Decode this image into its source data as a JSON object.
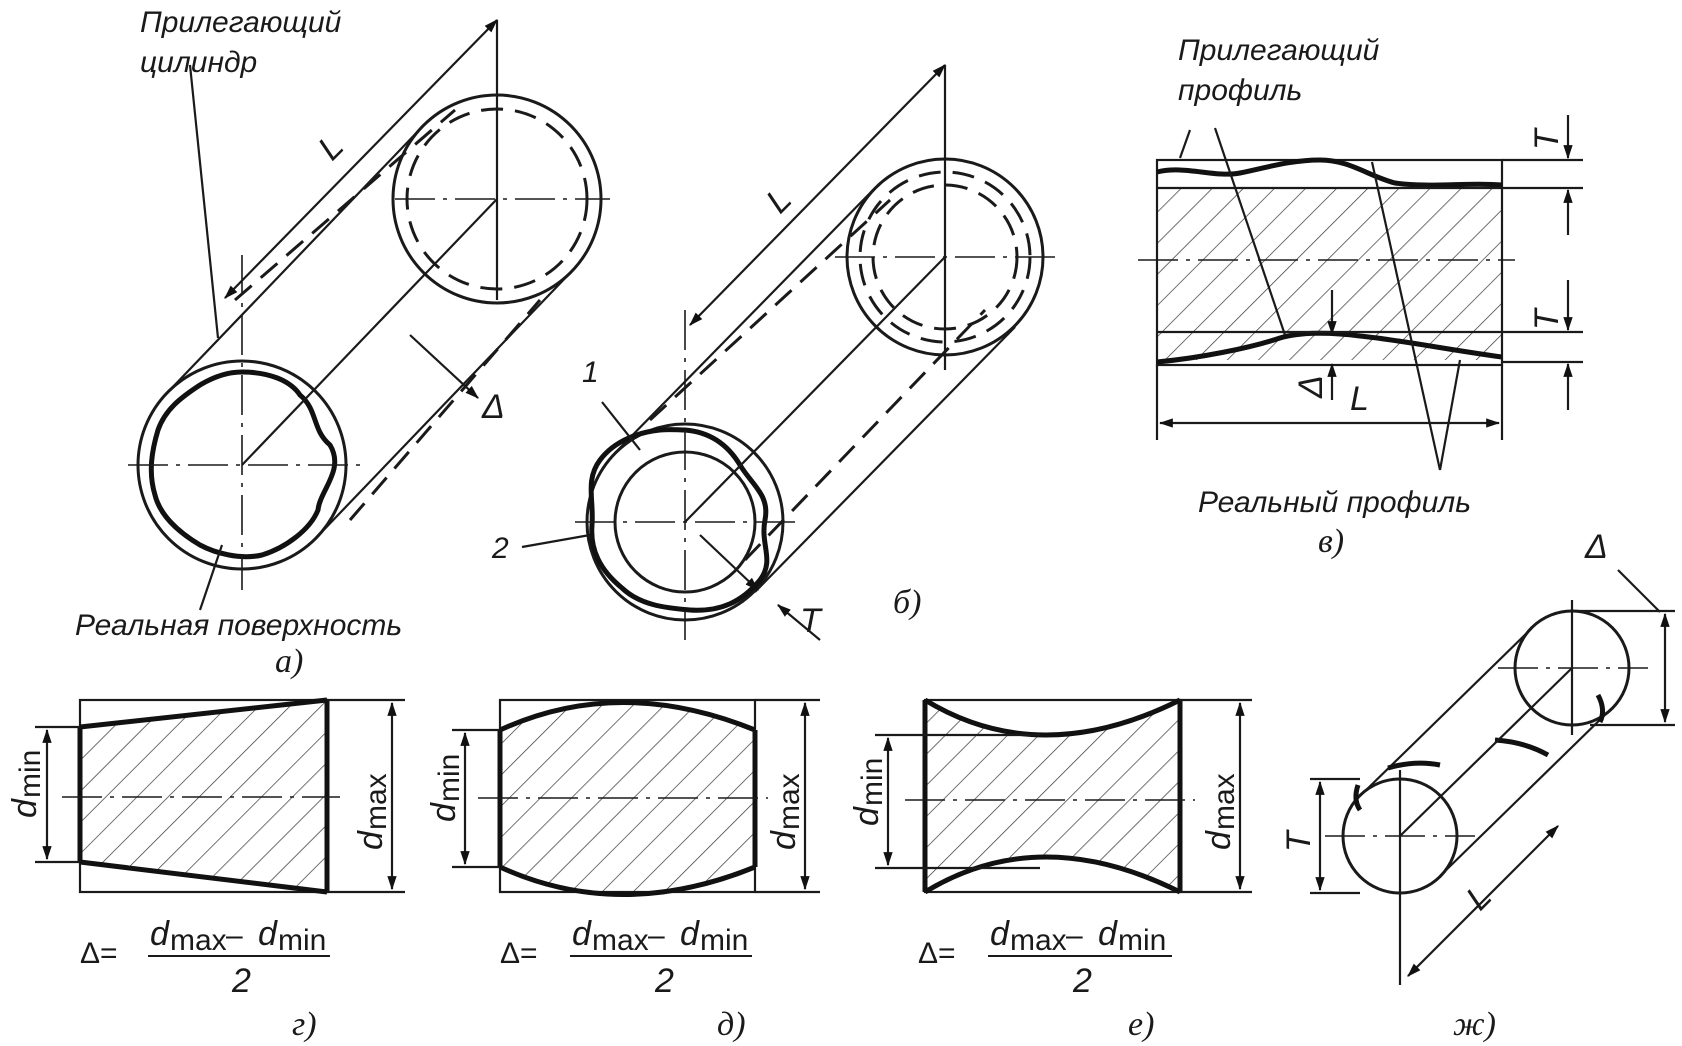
{
  "fig_a": {
    "label_adjacent": [
      "Прилегающий",
      "цилиндр"
    ],
    "label_real": "Реальная поверхность",
    "sym_L": "L",
    "sym_delta": "Δ",
    "caption": "а)"
  },
  "fig_b": {
    "num1": "1",
    "num2": "2",
    "sym_L": "L",
    "sym_T": "T",
    "caption": "б)"
  },
  "fig_v": {
    "label_adjacent": [
      "Прилегающий",
      "профиль"
    ],
    "label_real": "Реальный профиль",
    "sym_T1": "T",
    "sym_T2": "T",
    "sym_delta": "Δ",
    "sym_L": "L",
    "caption": "в)"
  },
  "fig_g": {
    "dmin": "d",
    "dmin_sub": "min",
    "dmax": "d",
    "dmax_sub": "max",
    "formula": {
      "lhs": "Δ=",
      "num_a": "d",
      "num_a_sub": "max",
      "minus": "–",
      "num_b": "d",
      "num_b_sub": "min",
      "den": "2"
    },
    "caption": "г)"
  },
  "fig_d": {
    "dmin": "d",
    "dmin_sub": "min",
    "dmax": "d",
    "dmax_sub": "max",
    "formula": {
      "lhs": "Δ=",
      "num_a": "d",
      "num_a_sub": "max",
      "minus": "–",
      "num_b": "d",
      "num_b_sub": "min",
      "den": "2"
    },
    "caption": "д)"
  },
  "fig_e": {
    "dmin": "d",
    "dmin_sub": "min",
    "dmax": "d",
    "dmax_sub": "max",
    "formula": {
      "lhs": "Δ=",
      "num_a": "d",
      "num_a_sub": "max",
      "minus": "–",
      "num_b": "d",
      "num_b_sub": "min",
      "den": "2"
    },
    "caption": "е)"
  },
  "fig_zh": {
    "sym_delta": "Δ",
    "sym_T": "T",
    "sym_L": "L",
    "caption": "ж)"
  }
}
